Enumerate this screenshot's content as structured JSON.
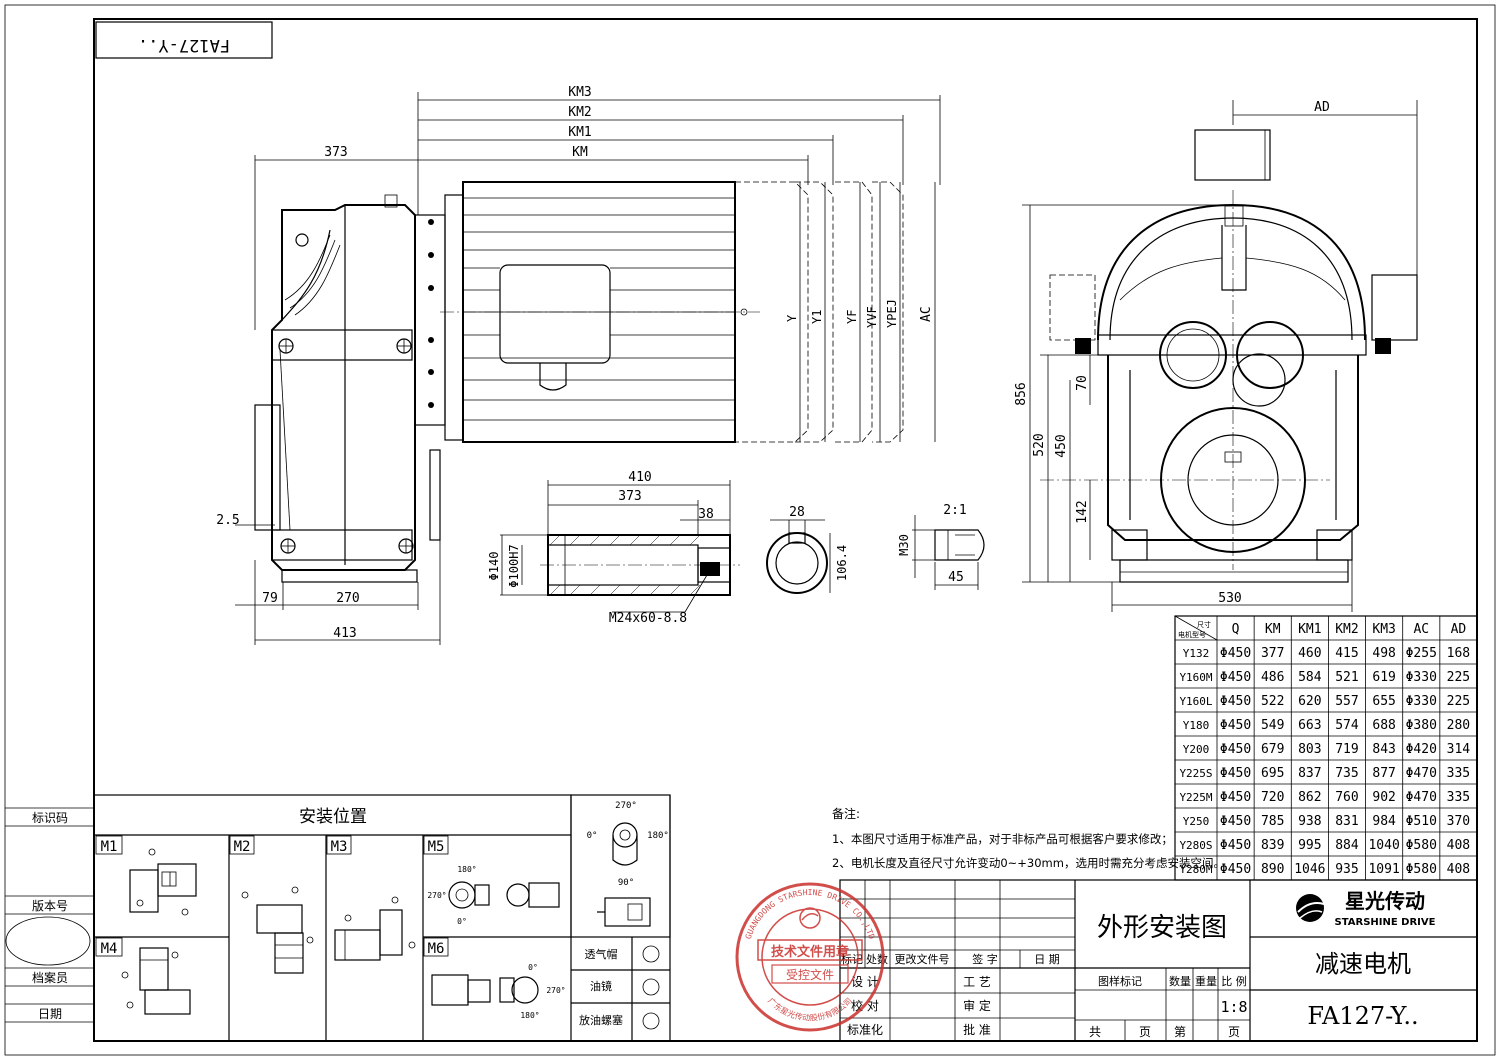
{
  "drawing_no_mirror": "FA127-Y..",
  "dims_side": {
    "km3": "KM3",
    "km2": "KM2",
    "km1": "KM1",
    "km": "KM",
    "d373": "373",
    "d25": "2.5",
    "d79": "79",
    "d270": "270",
    "d413": "413",
    "y": "Y",
    "y1": "Y1",
    "yf": "YF",
    "yvf": "YVF",
    "ypej": "YPEJ",
    "ac": "AC"
  },
  "dims_shaft": {
    "d410": "410",
    "d373": "373",
    "d38": "38",
    "d140": "Φ140",
    "d100": "Φ100H7",
    "bolt": "M24x60-8.8"
  },
  "dims_key": {
    "d28": "28",
    "d1064": "106.4"
  },
  "dims_pin": {
    "ratio": "2:1",
    "m30": "M30",
    "d45": "45"
  },
  "dims_front": {
    "ad": "AD",
    "d856": "856",
    "d520": "520",
    "d450": "450",
    "d70": "70",
    "d142": "142",
    "d530": "530"
  },
  "spec_table": {
    "corner_top": "尺寸",
    "corner_bottom": "电机型号",
    "headers": [
      "Q",
      "KM",
      "KM1",
      "KM2",
      "KM3",
      "AC",
      "AD"
    ],
    "rows": [
      [
        "Y132",
        "Φ450",
        "377",
        "460",
        "415",
        "498",
        "Φ255",
        "168"
      ],
      [
        "Y160M",
        "Φ450",
        "486",
        "584",
        "521",
        "619",
        "Φ330",
        "225"
      ],
      [
        "Y160L",
        "Φ450",
        "522",
        "620",
        "557",
        "655",
        "Φ330",
        "225"
      ],
      [
        "Y180",
        "Φ450",
        "549",
        "663",
        "574",
        "688",
        "Φ380",
        "280"
      ],
      [
        "Y200",
        "Φ450",
        "679",
        "803",
        "719",
        "843",
        "Φ420",
        "314"
      ],
      [
        "Y225S",
        "Φ450",
        "695",
        "837",
        "735",
        "877",
        "Φ470",
        "335"
      ],
      [
        "Y225M",
        "Φ450",
        "720",
        "862",
        "760",
        "902",
        "Φ470",
        "335"
      ],
      [
        "Y250",
        "Φ450",
        "785",
        "938",
        "831",
        "984",
        "Φ510",
        "370"
      ],
      [
        "Y280S",
        "Φ450",
        "839",
        "995",
        "884",
        "1040",
        "Φ580",
        "408"
      ],
      [
        "Y280M",
        "Φ450",
        "890",
        "1046",
        "935",
        "1091",
        "Φ580",
        "408"
      ]
    ]
  },
  "notes": {
    "heading": "备注:",
    "line1": "1、本图尺寸适用于标准产品，对于非标产品可根据客户要求修改；",
    "line2": "2、电机长度及直径尺寸允许变动0~+30mm，选用时需充分考虑安装空间。"
  },
  "mounting": {
    "title": "安装位置",
    "labels": [
      "M1",
      "M2",
      "M3",
      "M5",
      "M4",
      "M6"
    ],
    "angles": {
      "a270": "270°",
      "a0": "0°",
      "a180": "180°",
      "a90": "90°"
    },
    "legend": [
      "透气帽",
      "油镜",
      "放油螺塞"
    ]
  },
  "left_margin": {
    "code": "标识码",
    "version": "版本号",
    "archivist": "档案员",
    "date": "日期"
  },
  "title_block": {
    "drawing_title": "外形安装图",
    "company_cn": "星光传动",
    "company_en": "STARSHINE DRIVE",
    "product": "减速电机",
    "model": "FA127-Y..",
    "rev_headers": [
      "标记",
      "处数",
      "更改文件号",
      "签 字",
      "日 期"
    ],
    "roles": [
      "设 计",
      "校 对",
      "标准化"
    ],
    "roles2": [
      "工 艺",
      "审 定",
      "批 准"
    ],
    "meta_headers": [
      "图样标记",
      "数量",
      "重量",
      "比 例"
    ],
    "scale": "1:8",
    "sheets_total": "共",
    "sheet_unit": "页",
    "sheet_no": "第",
    "sheet_unit2": "页"
  },
  "stamp": {
    "ring_top": "GUANGDONG STARSHINE DRIVE CO.,LTD",
    "line1": "技术文件用章",
    "line2": "受控文件",
    "ring_bottom": "广东星光传动股份有限公司",
    "color": "#c9302c"
  }
}
